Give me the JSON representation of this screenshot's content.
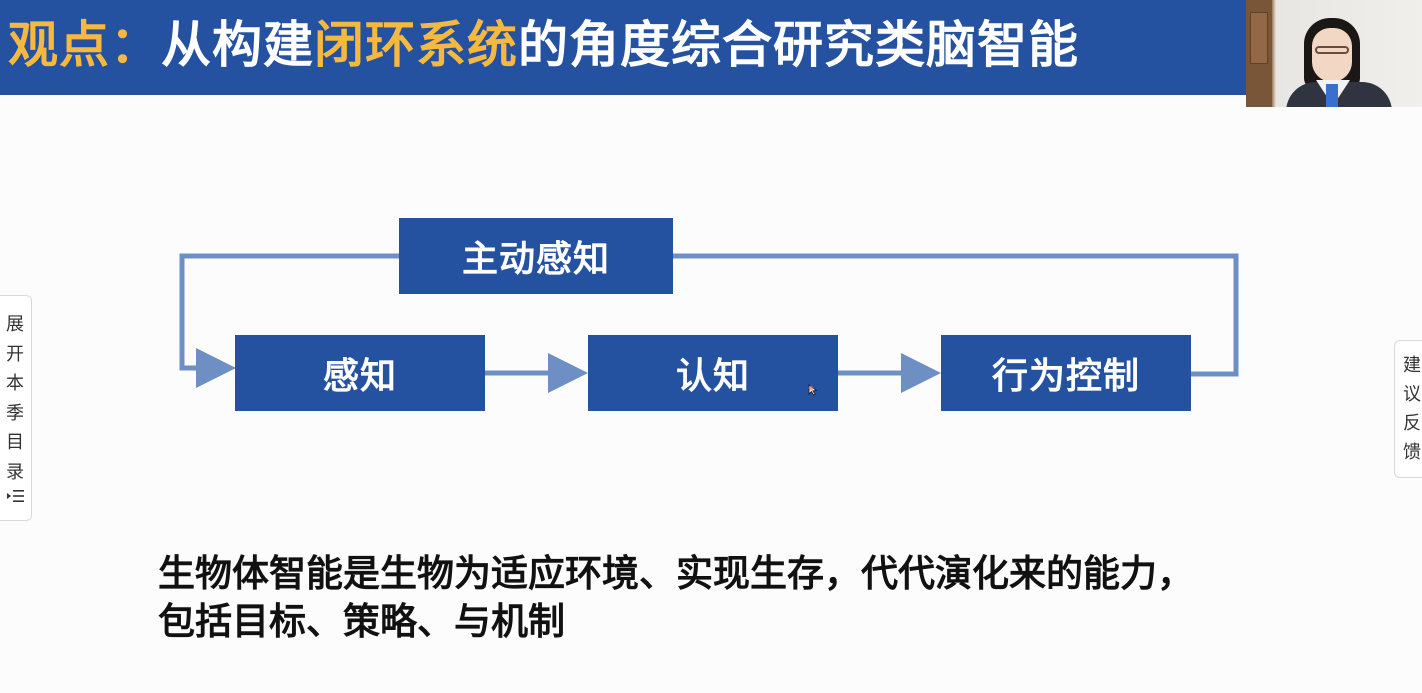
{
  "slide": {
    "title_prefix": "观点",
    "title_colon": "：",
    "title_part1": "从构建",
    "title_highlight": "闭环系统",
    "title_part2": "的角度综合研究类脑智能",
    "diagram": {
      "top_box": "主动感知",
      "box1": "感知",
      "box2": "认知",
      "box3": "行为控制"
    },
    "statement_line1": "生物体智能是生物为适应环境、实现生存，代代演化来的能力，",
    "statement_line2": "包括目标、策略、与机制"
  },
  "sidebar_left": {
    "label": "展开本季目录"
  },
  "sidebar_right": {
    "label": "建议反馈"
  },
  "colors": {
    "banner": "#2451a0",
    "highlight": "#f5b840",
    "arrow": "#6e8fc4"
  },
  "icons": {
    "toc": "list-indent-icon",
    "cursor": "mouse-pointer-icon"
  }
}
